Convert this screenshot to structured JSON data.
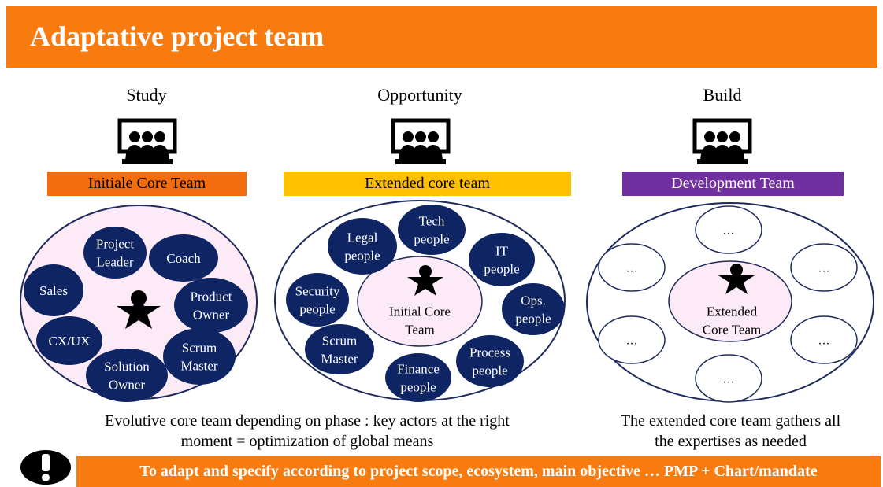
{
  "title": "Adaptative project team",
  "phases": [
    {
      "label": "Study"
    },
    {
      "label": "Opportunity"
    },
    {
      "label": "Build"
    }
  ],
  "teams": [
    {
      "label": "Initiale Core Team",
      "color": "#F36C0D"
    },
    {
      "label": "Extended core team",
      "color": "#FFC000"
    },
    {
      "label": "Development Team",
      "color": "#7030A0"
    }
  ],
  "icons": {
    "team": "meeting-room-icon",
    "center": "star-person-icon",
    "warning": "exclamation-icon"
  },
  "colors": {
    "banner": "#F77B0F",
    "bubble": "#0F2462",
    "core_fill": "#FCEAF6",
    "outline": "#1E2A5A"
  },
  "study_members": [
    "Project\nLeader",
    "Coach",
    "Sales",
    "Product\nOwner",
    "CX/UX",
    "Scrum\nMaster",
    "Solution\nOwner"
  ],
  "opportunity_members": [
    "Tech\npeople",
    "Legal\npeople",
    "IT\npeople",
    "Security\npeople",
    "Ops.\npeople",
    "Scrum\nMaster",
    "Process\npeople",
    "Finance\npeople"
  ],
  "opportunity_core": "Initial Core\nTeam",
  "build_core": "Extended\nCore Team",
  "build_members": [
    "…",
    "…",
    "…",
    "…",
    "…",
    "…"
  ],
  "caption_left": [
    "Evolutive core team depending on phase : key actors at the right",
    "moment = optimization of global means"
  ],
  "caption_right": [
    "The extended core team gathers all",
    "the expertises as needed"
  ],
  "warning_text": "To adapt and specify according to project scope, ecosystem, main objective … PMP + Chart/mandate"
}
